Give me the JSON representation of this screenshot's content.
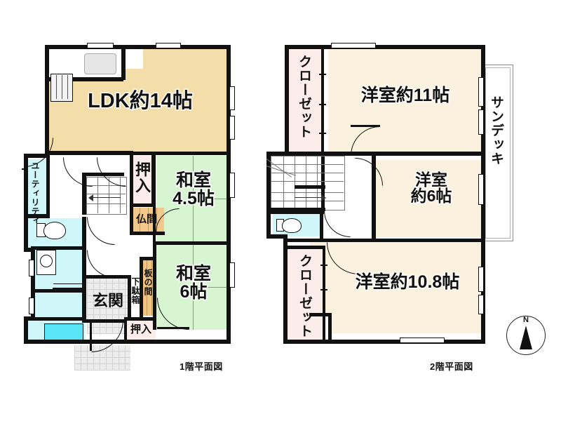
{
  "meta": {
    "document_type": "floor-plan",
    "compass_label": "N"
  },
  "colors": {
    "wall": "#111111",
    "ldk": "#F3DDA9",
    "washitsu": "#D7F5D1",
    "wet_area": "#CFF7FA",
    "bathtub": "#59E4F7",
    "closet": "#FCEDEB",
    "butsuma": "#F2C98A",
    "ita_no_ma": "#F0C583",
    "western_room": "#FAF1DE",
    "genkan": "#EDEDED",
    "background": "#FFFFFF"
  },
  "floor1": {
    "caption": "1階平面図",
    "rooms": [
      {
        "id": "ldk",
        "label": "LDK約14帖"
      },
      {
        "id": "washitsu45",
        "label": "和室\n4.5帖"
      },
      {
        "id": "washitsu6",
        "label": "和室\n6帖"
      },
      {
        "id": "genkan",
        "label": "玄関"
      }
    ],
    "small_labels": [
      {
        "id": "utility",
        "label": "ユーティリティ",
        "orientation": "vertical"
      },
      {
        "id": "oshiire-upper",
        "label": "押入",
        "orientation": "vertical"
      },
      {
        "id": "oshiire-lower",
        "label": "押入",
        "orientation": "horizontal"
      },
      {
        "id": "butsuma",
        "label": "仏間",
        "orientation": "horizontal"
      },
      {
        "id": "getabako",
        "label": "下駄箱",
        "orientation": "vertical"
      },
      {
        "id": "ita-no-ma",
        "label": "板の間",
        "orientation": "vertical"
      }
    ],
    "fixtures": [
      {
        "id": "kitchen-stove",
        "name": "gas-range"
      },
      {
        "id": "kitchen-sink",
        "name": "kitchen-sink"
      },
      {
        "id": "toilet",
        "name": "toilet"
      },
      {
        "id": "washbasin",
        "name": "washbasin"
      },
      {
        "id": "bathtub",
        "name": "bathtub"
      },
      {
        "id": "staircase",
        "name": "staircase-up"
      }
    ]
  },
  "floor2": {
    "caption": "2階平面図",
    "rooms": [
      {
        "id": "yoshitsu11",
        "label": "洋室約11帖"
      },
      {
        "id": "yoshitsu6",
        "label": "洋室\n約6帖"
      },
      {
        "id": "yoshitsu108",
        "label": "洋室約10.8帖"
      }
    ],
    "small_labels": [
      {
        "id": "closet-upper",
        "label": "クローゼット",
        "orientation": "vertical"
      },
      {
        "id": "closet-lower",
        "label": "クローゼット",
        "orientation": "vertical"
      },
      {
        "id": "sun-deck",
        "label": "サンデッキ",
        "orientation": "vertical"
      }
    ],
    "fixtures": [
      {
        "id": "toilet2",
        "name": "toilet"
      },
      {
        "id": "staircase2",
        "name": "staircase-down"
      }
    ]
  }
}
